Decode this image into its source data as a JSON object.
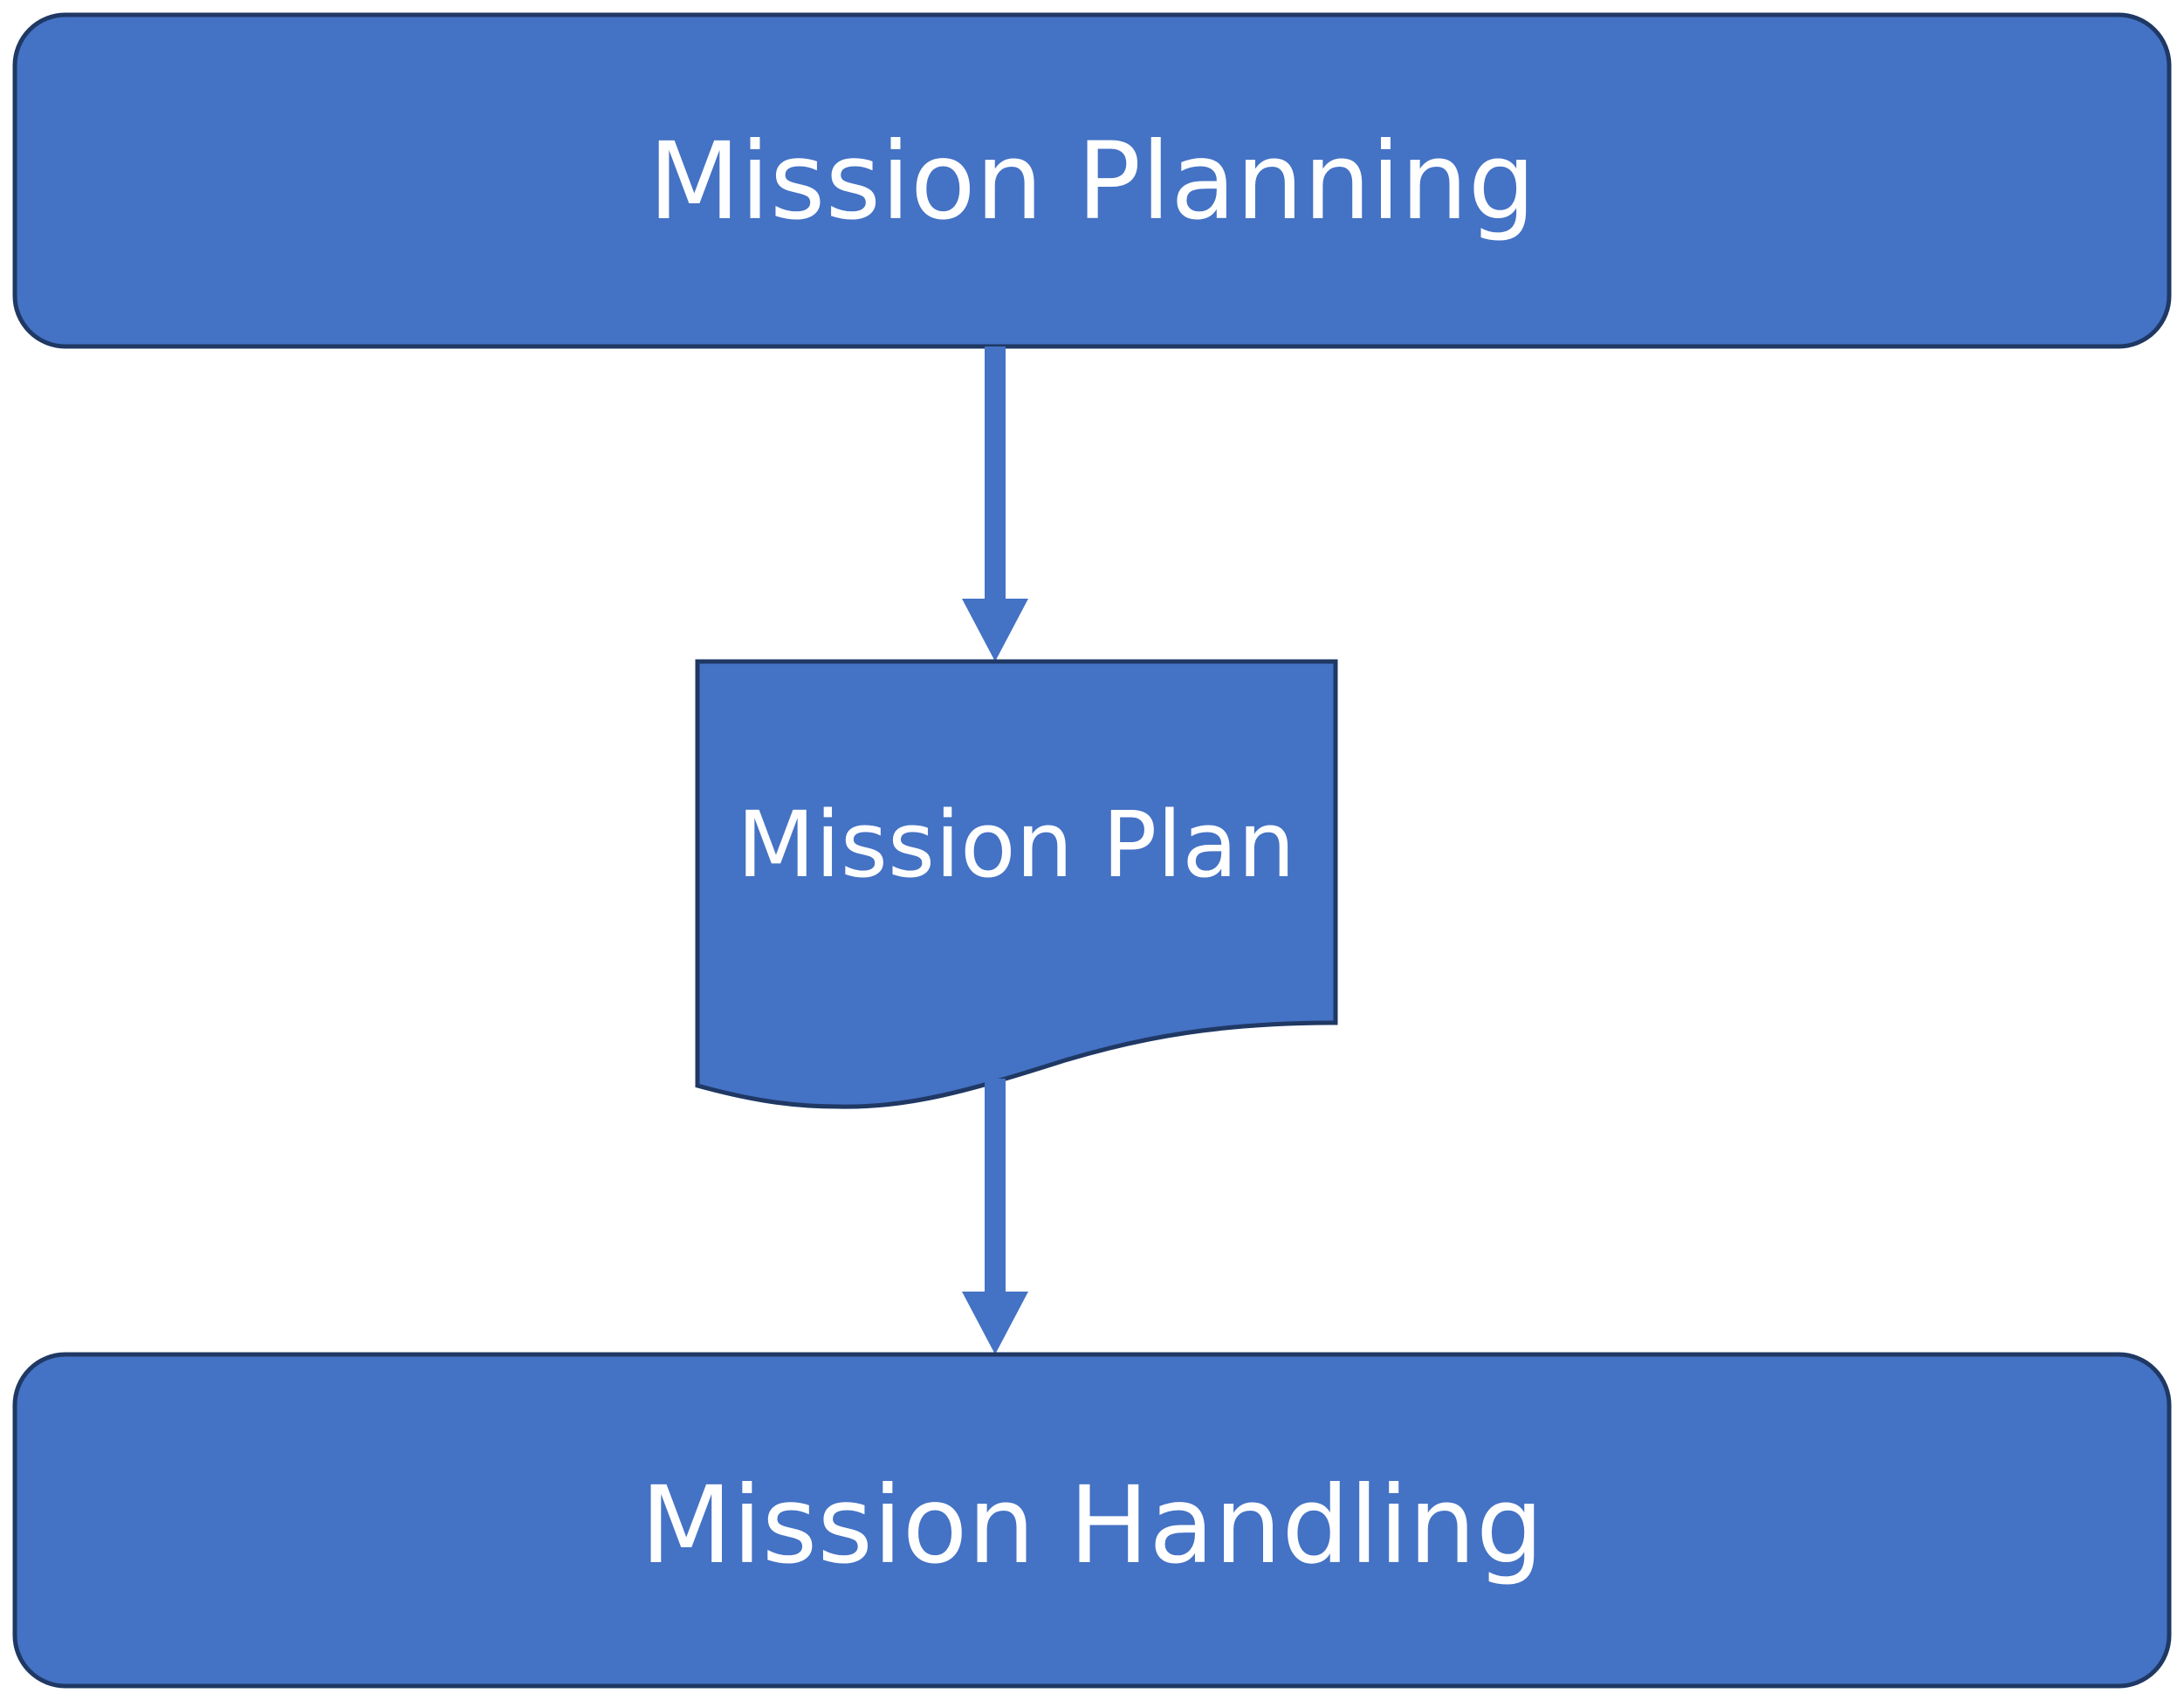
{
  "colors": {
    "node_fill": "#4472C4",
    "node_stroke": "#1F3864",
    "arrow": "#4472C4",
    "text": "#FFFFFF",
    "background": "#FFFFFF"
  },
  "nodes": {
    "mission_planning": {
      "label": "Mission Planning",
      "shape": "rounded-rectangle"
    },
    "mission_plan": {
      "label": "Mission Plan",
      "shape": "document"
    },
    "mission_handling": {
      "label": "Mission Handling",
      "shape": "rounded-rectangle"
    }
  },
  "edges": [
    {
      "from": "Mission Planning",
      "to": "Mission Plan"
    },
    {
      "from": "Mission Plan",
      "to": "Mission Handling"
    }
  ]
}
